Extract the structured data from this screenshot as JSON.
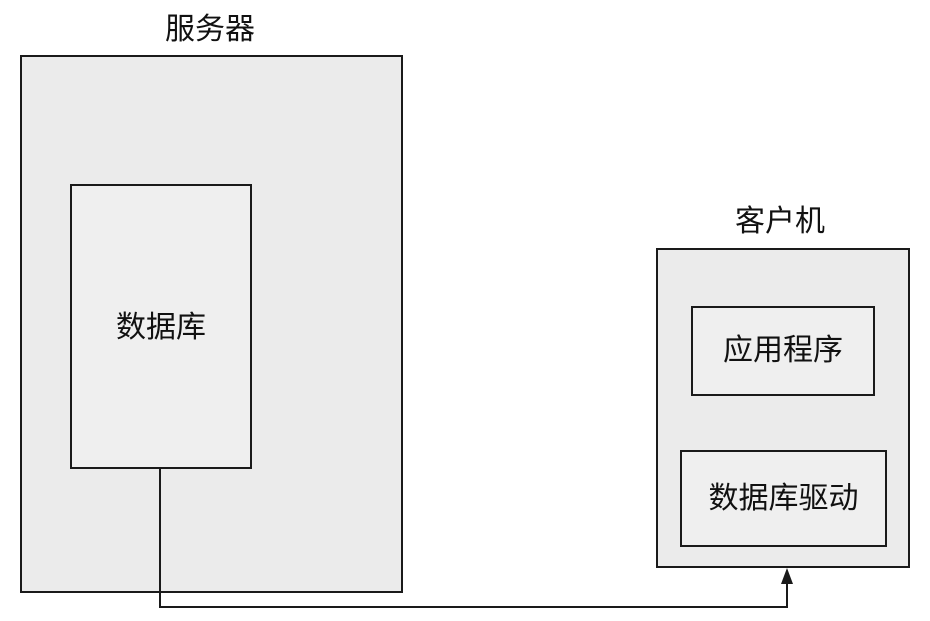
{
  "server": {
    "title": "服务器",
    "fill": "#ebebeb"
  },
  "database": {
    "label": "数据库",
    "fill": "#efefef"
  },
  "client": {
    "title": "客户机",
    "fill": "#ebebeb"
  },
  "application": {
    "label": "应用程序"
  },
  "driver": {
    "label": "数据库驱动"
  },
  "connection": {
    "color": "#1a1a1a"
  }
}
